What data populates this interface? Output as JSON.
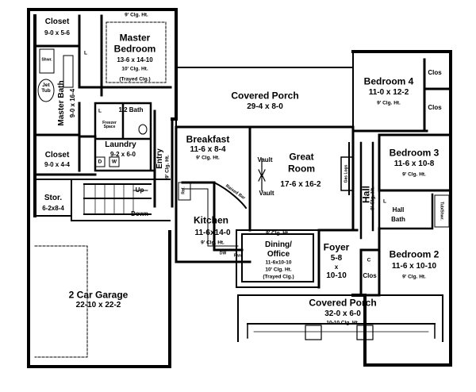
{
  "rooms": {
    "closet_top": {
      "name": "Closet",
      "dim": "9-0 x 5-6"
    },
    "master_bedroom": {
      "name1": "Master",
      "name2": "Bedroom",
      "dim": "13-6 x 14-10",
      "clg": "10' Clg. Ht.",
      "note": "(Trayed Clg.)",
      "top_clg": "9' Clg. Ht."
    },
    "master_bath": {
      "name": "Master Bath",
      "dim": "9-0 x 16-4",
      "tub": "Jet Tub",
      "shower": "Shwr.",
      "linen": "L"
    },
    "closet_mid": {
      "name": "Closet",
      "dim": "9-0 x 4-4"
    },
    "half_bath": {
      "name": "1/2 Bath",
      "linen": "L"
    },
    "freezer": {
      "name": "Freezer Space"
    },
    "laundry": {
      "name": "Laundry",
      "dim": "9-2 x 6-0",
      "d": "D",
      "w": "W"
    },
    "entry": {
      "name": "Entry",
      "clg": "9' Clg. Ht."
    },
    "storage": {
      "name": "Stor.",
      "dim": "6-2x8-4"
    },
    "stairs": {
      "up": "Up",
      "down": "Down"
    },
    "garage": {
      "name": "2 Car Garage",
      "dim": "22-10 x 22-2"
    },
    "covered_porch_top": {
      "name": "Covered Porch",
      "dim": "29-4 x 8-0"
    },
    "breakfast": {
      "name": "Breakfast",
      "dim": "11-6 x 8-4",
      "clg": "9' Clg. Ht."
    },
    "kitchen": {
      "name": "Kitchen",
      "dim": "11-6x14-0",
      "clg": "9' Clg. Ht.",
      "ref": "Ref.",
      "bar": "Raised Bar",
      "dw": "DW",
      "pan": "Pan."
    },
    "great_room": {
      "name1": "Great",
      "name2": "Room",
      "dim": "17-6 x 16-2",
      "vault1": "Vault",
      "vault2": "Vault",
      "gas_logs": "Gas Logs"
    },
    "dining": {
      "top_clg": "9' Clg. Ht.",
      "name1": "Dining/",
      "name2": "Office",
      "dim": "11-6x10-10",
      "clg": "10' Clg. Ht.",
      "note": "(Trayed Clg.)"
    },
    "foyer": {
      "name": "Foyer",
      "dim1": "5-8",
      "x": "x",
      "dim2": "10-10"
    },
    "hall": {
      "name": "Hall",
      "clg": "9' Clg. Ht."
    },
    "bedroom4": {
      "name": "Bedroom 4",
      "dim": "11-0 x 12-2",
      "clg": "9' Clg. Ht.",
      "clos1": "Clos",
      "clos2": "Clos"
    },
    "bedroom3": {
      "name": "Bedroom 3",
      "dim": "11-6 x 10-8",
      "clg": "9' Clg. Ht."
    },
    "hall_bath": {
      "name1": "Hall",
      "name2": "Bath",
      "linen": "L",
      "tub": "Tub/Shwr."
    },
    "bedroom2": {
      "name": "Bedroom 2",
      "dim": "11-6 x 10-10",
      "clg": "9' Clg. Ht."
    },
    "foyer_clos": {
      "name": "Clos",
      "c": "C"
    },
    "covered_porch_front": {
      "name": "Covered Porch",
      "dim": "32-0 x 6-0",
      "clg": "10-10 Clg. Ht."
    }
  }
}
